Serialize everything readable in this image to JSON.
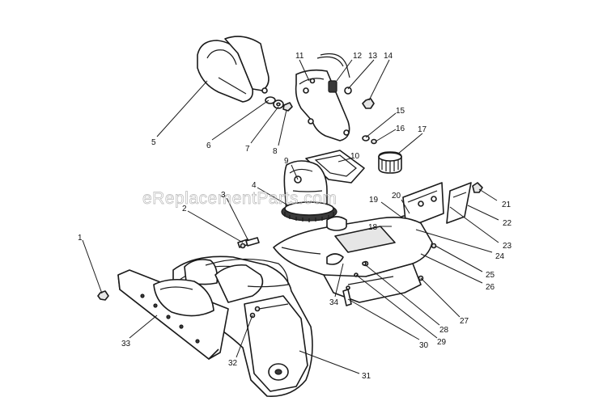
{
  "watermark": "eReplacementParts.com",
  "callouts": [
    {
      "id": "1",
      "label": "1"
    },
    {
      "id": "2",
      "label": "2"
    },
    {
      "id": "3",
      "label": "3"
    },
    {
      "id": "4",
      "label": "4"
    },
    {
      "id": "5",
      "label": "5"
    },
    {
      "id": "6",
      "label": "6"
    },
    {
      "id": "7",
      "label": "7"
    },
    {
      "id": "8",
      "label": "8"
    },
    {
      "id": "9",
      "label": "9"
    },
    {
      "id": "10",
      "label": "10"
    },
    {
      "id": "11",
      "label": "11"
    },
    {
      "id": "12",
      "label": "12"
    },
    {
      "id": "13",
      "label": "13"
    },
    {
      "id": "14",
      "label": "14"
    },
    {
      "id": "15",
      "label": "15"
    },
    {
      "id": "16",
      "label": "16"
    },
    {
      "id": "17",
      "label": "17"
    },
    {
      "id": "18",
      "label": "18"
    },
    {
      "id": "19",
      "label": "19"
    },
    {
      "id": "20",
      "label": "20"
    },
    {
      "id": "21",
      "label": "21"
    },
    {
      "id": "22",
      "label": "22"
    },
    {
      "id": "23",
      "label": "23"
    },
    {
      "id": "24",
      "label": "24"
    },
    {
      "id": "25",
      "label": "25"
    },
    {
      "id": "26",
      "label": "26"
    },
    {
      "id": "27",
      "label": "27"
    },
    {
      "id": "28",
      "label": "28"
    },
    {
      "id": "29",
      "label": "29"
    },
    {
      "id": "30",
      "label": "30"
    },
    {
      "id": "31",
      "label": "31"
    },
    {
      "id": "32",
      "label": "32"
    },
    {
      "id": "33",
      "label": "33"
    },
    {
      "id": "34",
      "label": "34"
    }
  ]
}
